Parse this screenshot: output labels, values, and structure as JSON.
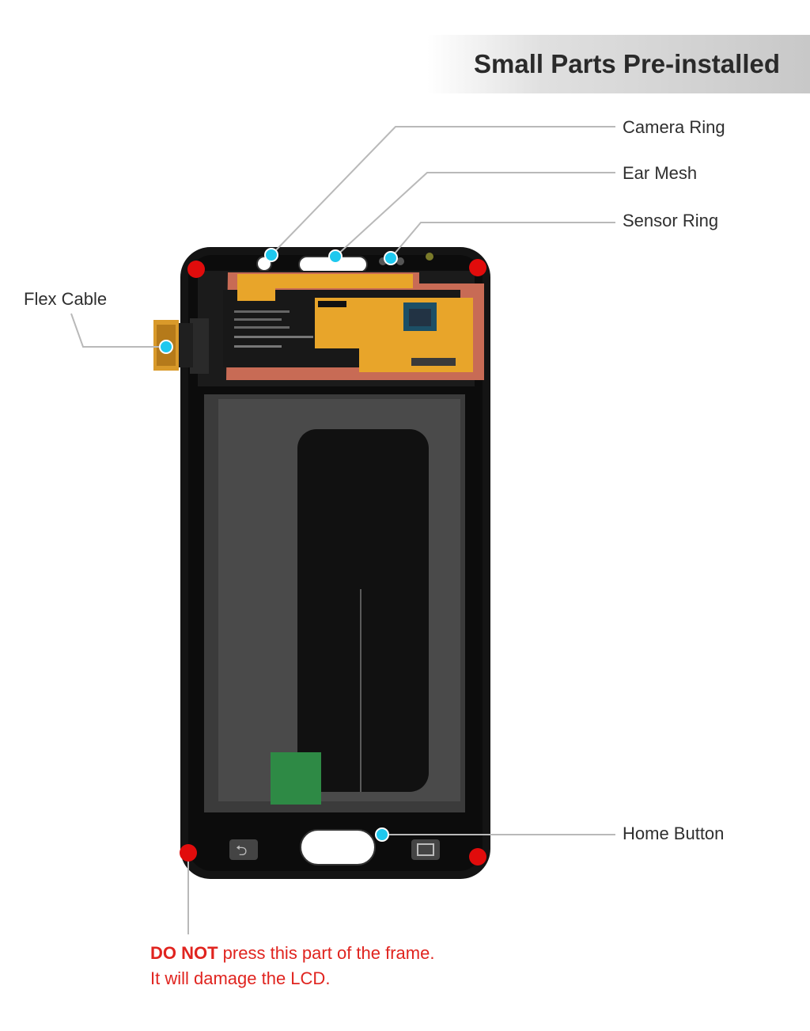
{
  "header": {
    "title": "Small Parts Pre-installed"
  },
  "labels": {
    "camera_ring": "Camera Ring",
    "ear_mesh": "Ear Mesh",
    "sensor_ring": "Sensor Ring",
    "flex_cable": "Flex Cable",
    "home_button": "Home Button"
  },
  "warning": {
    "strong": "DO NOT",
    "line1_rest": " press this part of the frame.",
    "line2": "It will damage the LCD."
  },
  "colors": {
    "marker_blue": "#1ec8ee",
    "marker_red": "#e10c0c",
    "warning_red": "#e0241f",
    "flex_orange": "#e8a52a",
    "frame_black": "#141414"
  }
}
